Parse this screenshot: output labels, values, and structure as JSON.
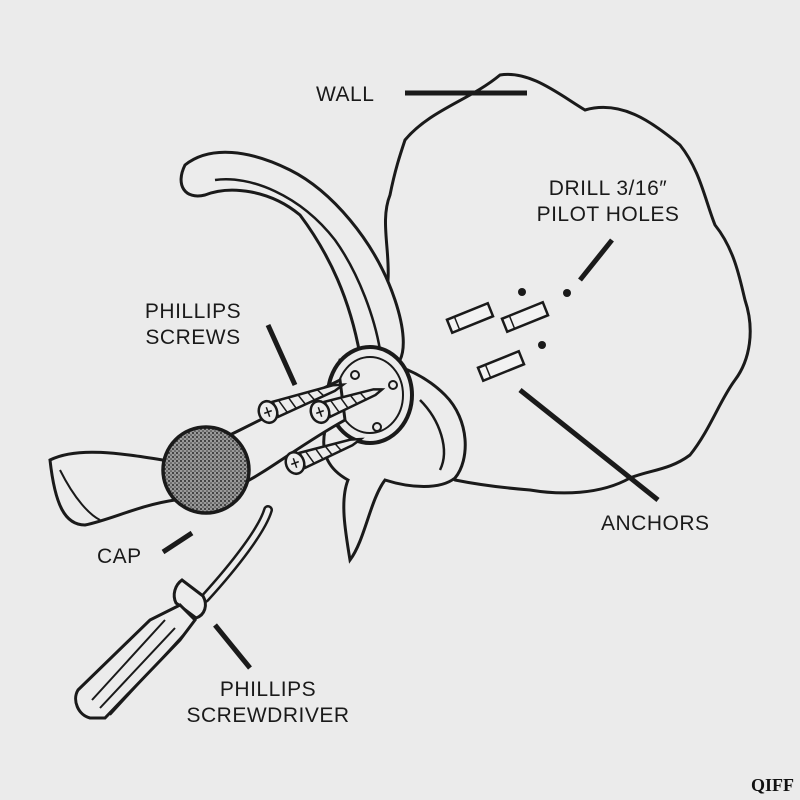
{
  "labels": {
    "wall": "WALL",
    "drill_line1": "DRILL 3/16″",
    "drill_line2": "PILOT HOLES",
    "screws_line1": "PHILLIPS",
    "screws_line2": "SCREWS",
    "anchors": "ANCHORS",
    "cap": "CAP",
    "screwdriver_line1": "PHILLIPS",
    "screwdriver_line2": "SCREWDRIVER"
  },
  "watermark": "QIFF",
  "colors": {
    "ink": "#1a1a1a",
    "paper": "#ebebeb",
    "cap_fill": "#5a5a5a"
  }
}
